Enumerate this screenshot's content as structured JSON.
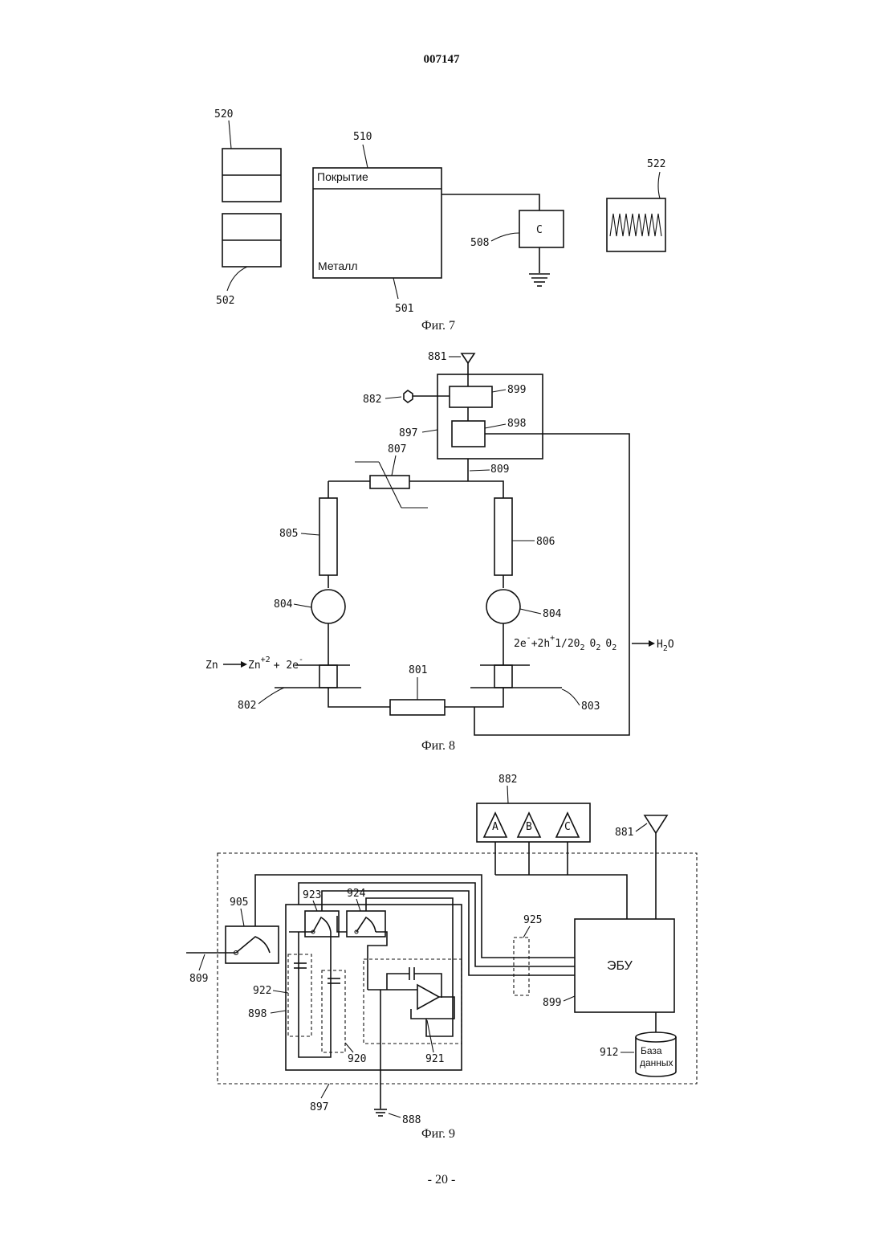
{
  "header": {
    "doc_number": "007147"
  },
  "footer": {
    "page": "- 20 -"
  },
  "fig7": {
    "caption": "Фиг. 7",
    "refs": {
      "r520": "520",
      "r502": "502",
      "r510": "510",
      "r501": "501",
      "r508": "508",
      "r522": "522"
    },
    "coating_label": "Покрытие",
    "metal_label": "Металл",
    "capacitor_label": "C"
  },
  "fig8": {
    "caption": "Фиг. 8",
    "refs": {
      "r881": "881",
      "r882": "882",
      "r897": "897",
      "r899": "899",
      "r898": "898",
      "r807": "807",
      "r809": "809",
      "r805": "805",
      "r806": "806",
      "r804a": "804",
      "r804b": "804",
      "r801": "801",
      "r802": "802",
      "r803": "803"
    },
    "anode_zn": "Zn",
    "anode_right": "Zn",
    "anode_sup": "+2",
    "anode_tail": "+ 2e",
    "anode_tail_sup": "-",
    "cathode_eq": "2e",
    "cathode_eq_sup": "-",
    "cathode_eq_mid": "+2h",
    "cathode_eq_mid_sup": "+",
    "cathode_eq_tail": "1/20",
    "cathode_sub1": "2",
    "cathode_o2a": "0",
    "cathode_sub2": "2",
    "cathode_o2b": "0",
    "cathode_sub3": "2",
    "product": "H",
    "product_sub": "2",
    "product_tail": "O"
  },
  "fig9": {
    "caption": "Фиг. 9",
    "refs": {
      "r882": "882",
      "r881": "881",
      "r905": "905",
      "r923": "923",
      "r924": "924",
      "r925": "925",
      "r809": "809",
      "r922": "922",
      "r898": "898",
      "r920": "920",
      "r921": "921",
      "r899": "899",
      "r912": "912",
      "r897": "897",
      "r888": "888"
    },
    "sensor_a": "A",
    "sensor_b": "B",
    "sensor_c": "C",
    "ecu_label": "ЭБУ",
    "db_line1": "База",
    "db_line2": "данных"
  }
}
